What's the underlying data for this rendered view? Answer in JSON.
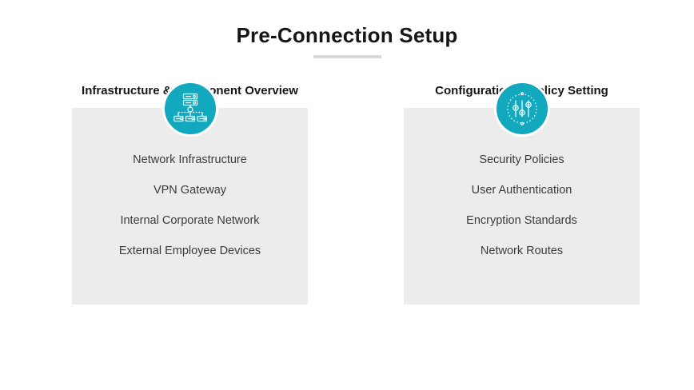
{
  "header": {
    "title": "Pre-Connection Setup",
    "divider": "title-rule"
  },
  "theme": {
    "accent": "#12a9bf",
    "panel_bg": "#ececec",
    "title_color": "#161616",
    "item_color": "#3b3b3b",
    "divider_color": "#d9d9d9",
    "page_bg": "#ffffff"
  },
  "columns": [
    {
      "heading": "Infrastructure & Component Overview",
      "icon": "network-infrastructure-icon",
      "items": [
        "Network Infrastructure",
        "VPN Gateway",
        "Internal Corporate Network",
        "External Employee Devices"
      ]
    },
    {
      "heading": "Configuration & Policy Setting",
      "icon": "settings-sliders-icon",
      "items": [
        "Security Policies",
        "User Authentication",
        "Encryption Standards",
        "Network Routes"
      ]
    }
  ]
}
